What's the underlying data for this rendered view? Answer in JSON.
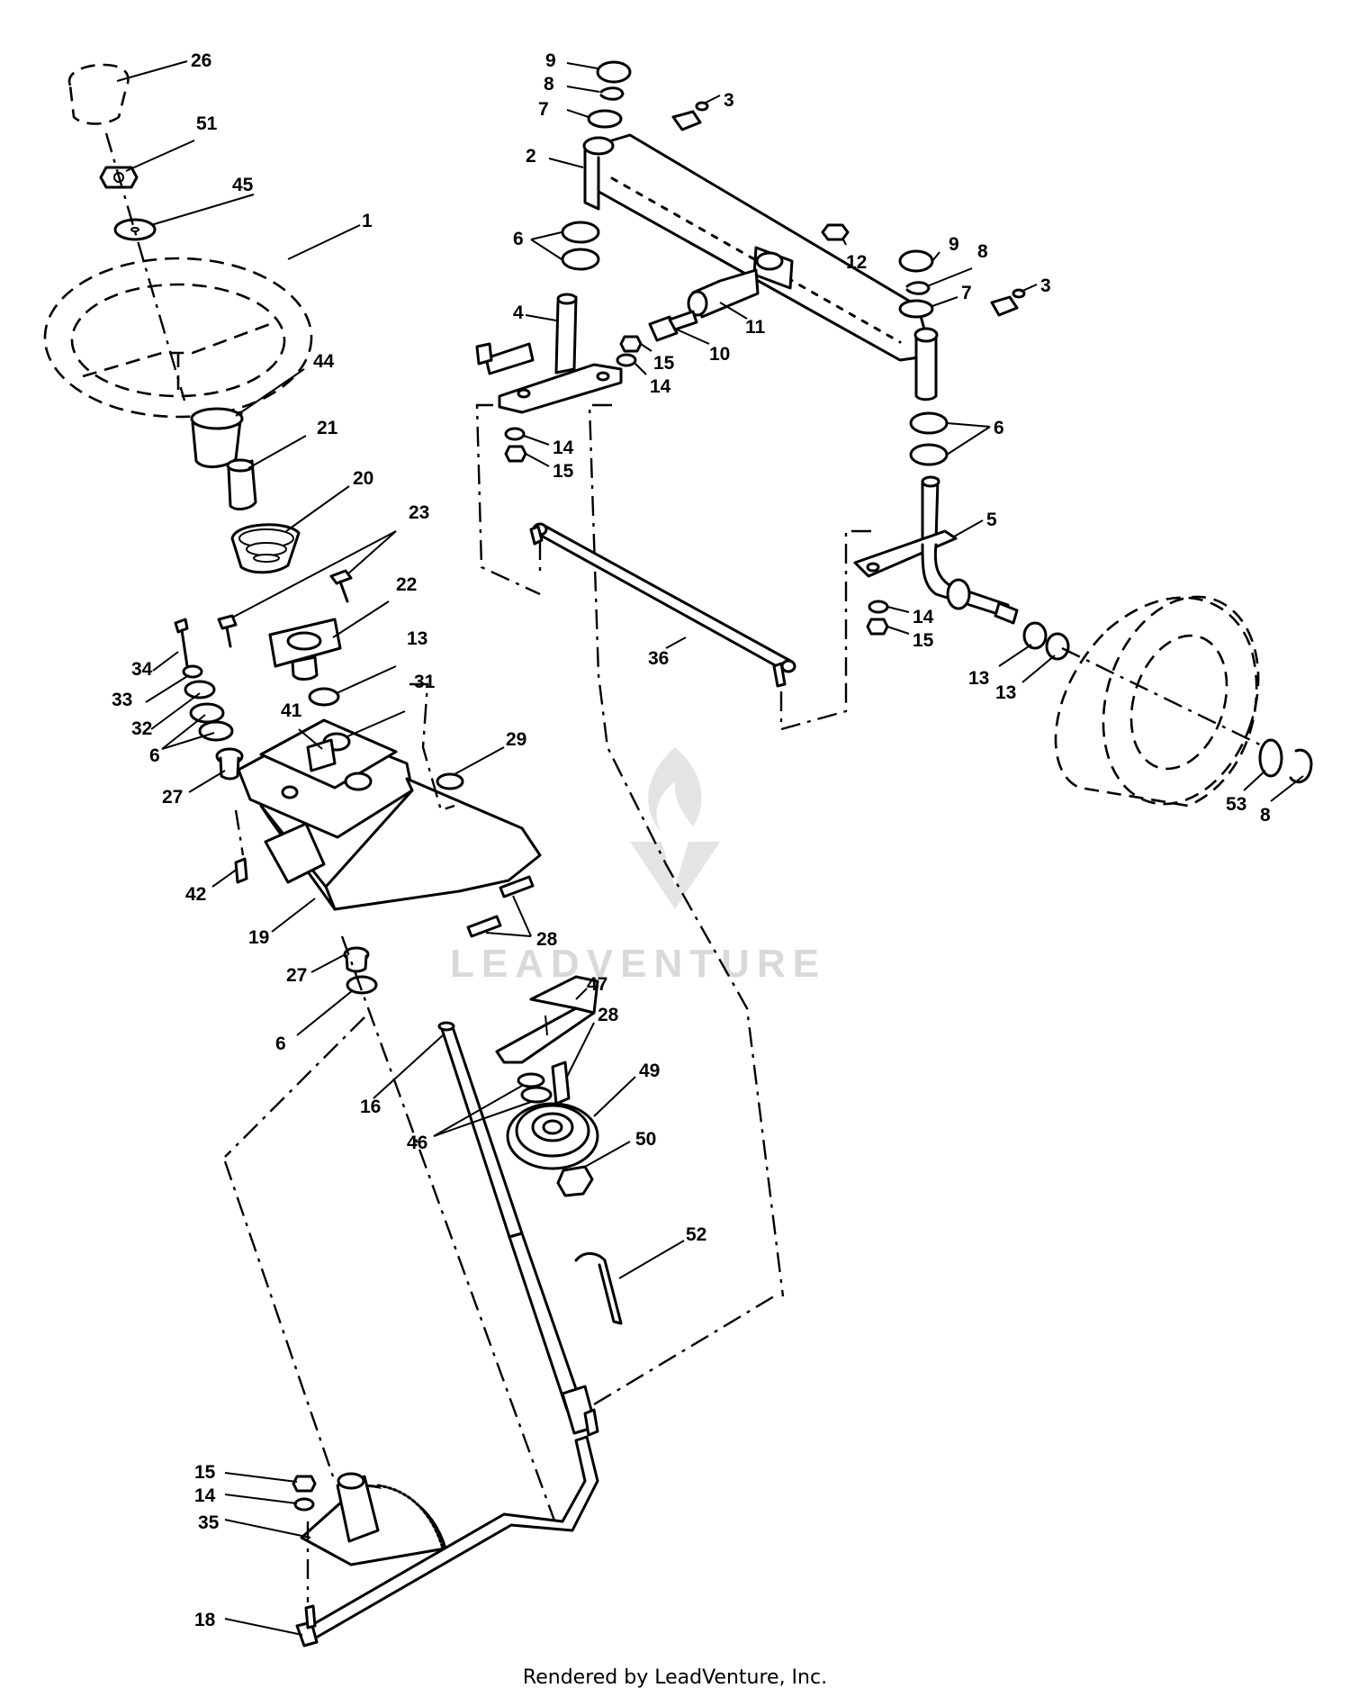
{
  "watermark": {
    "text": "LEADVENTURE"
  },
  "footer": {
    "text": "Rendered by LeadVenture, Inc."
  },
  "callouts": [
    {
      "id": "c26",
      "label": "26"
    },
    {
      "id": "c51",
      "label": "51"
    },
    {
      "id": "c45",
      "label": "45"
    },
    {
      "id": "c1",
      "label": "1"
    },
    {
      "id": "c44",
      "label": "44"
    },
    {
      "id": "c21",
      "label": "21"
    },
    {
      "id": "c20",
      "label": "20"
    },
    {
      "id": "c23",
      "label": "23"
    },
    {
      "id": "c22",
      "label": "22"
    },
    {
      "id": "c34",
      "label": "34"
    },
    {
      "id": "c33",
      "label": "33"
    },
    {
      "id": "c32",
      "label": "32"
    },
    {
      "id": "c6a",
      "label": "6"
    },
    {
      "id": "c27a",
      "label": "27"
    },
    {
      "id": "c13a",
      "label": "13"
    },
    {
      "id": "c31",
      "label": "31"
    },
    {
      "id": "c41",
      "label": "41"
    },
    {
      "id": "c29",
      "label": "29"
    },
    {
      "id": "c42",
      "label": "42"
    },
    {
      "id": "c19",
      "label": "19"
    },
    {
      "id": "c28a",
      "label": "28"
    },
    {
      "id": "c27b",
      "label": "27"
    },
    {
      "id": "c6b",
      "label": "6"
    },
    {
      "id": "c16",
      "label": "16"
    },
    {
      "id": "c47",
      "label": "47"
    },
    {
      "id": "c28b",
      "label": "28"
    },
    {
      "id": "c49",
      "label": "49"
    },
    {
      "id": "c46",
      "label": "46"
    },
    {
      "id": "c50",
      "label": "50"
    },
    {
      "id": "c52",
      "label": "52"
    },
    {
      "id": "c15a",
      "label": "15"
    },
    {
      "id": "c14a",
      "label": "14"
    },
    {
      "id": "c35",
      "label": "35"
    },
    {
      "id": "c18",
      "label": "18"
    },
    {
      "id": "c9a",
      "label": "9"
    },
    {
      "id": "c8a",
      "label": "8"
    },
    {
      "id": "c7a",
      "label": "7"
    },
    {
      "id": "c3a",
      "label": "3"
    },
    {
      "id": "c2",
      "label": "2"
    },
    {
      "id": "c6c",
      "label": "6"
    },
    {
      "id": "c12",
      "label": "12"
    },
    {
      "id": "c9b",
      "label": "9"
    },
    {
      "id": "c8b",
      "label": "8"
    },
    {
      "id": "c7b",
      "label": "7"
    },
    {
      "id": "c3b",
      "label": "3"
    },
    {
      "id": "c4",
      "label": "4"
    },
    {
      "id": "c11",
      "label": "11"
    },
    {
      "id": "c10",
      "label": "10"
    },
    {
      "id": "c15b",
      "label": "15"
    },
    {
      "id": "c14b",
      "label": "14"
    },
    {
      "id": "c14c",
      "label": "14"
    },
    {
      "id": "c15c",
      "label": "15"
    },
    {
      "id": "c6d",
      "label": "6"
    },
    {
      "id": "c5",
      "label": "5"
    },
    {
      "id": "c36",
      "label": "36"
    },
    {
      "id": "c14d",
      "label": "14"
    },
    {
      "id": "c15d",
      "label": "15"
    },
    {
      "id": "c13b",
      "label": "13"
    },
    {
      "id": "c13c",
      "label": "13"
    },
    {
      "id": "c53",
      "label": "53"
    },
    {
      "id": "c8c",
      "label": "8"
    }
  ]
}
